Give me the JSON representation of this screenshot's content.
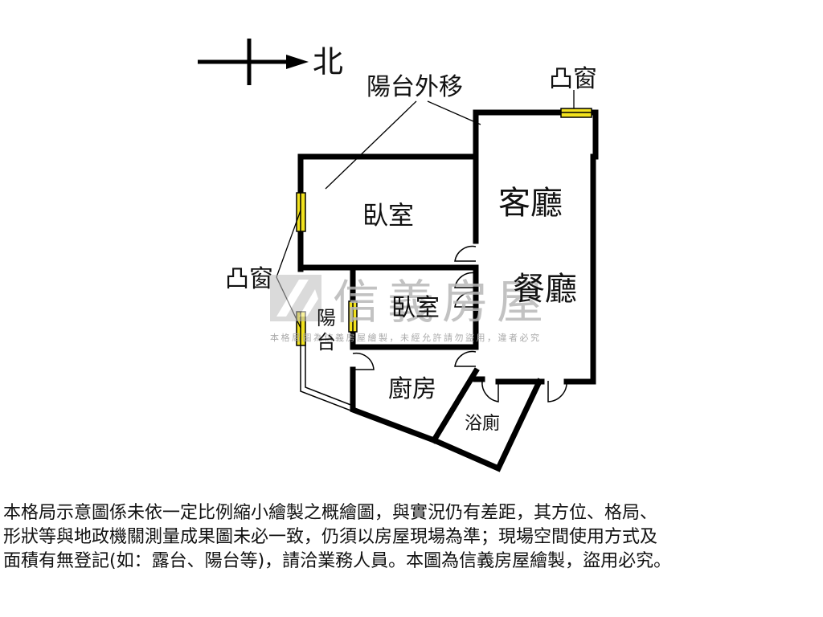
{
  "compass": {
    "north_label": "北"
  },
  "labels": {
    "balcony_moved_out": "陽台外移",
    "bay_window_top": "凸窗",
    "bay_window_left": "凸窗",
    "bedroom_1": "臥室",
    "bedroom_2": "臥室",
    "living_room": "客廳",
    "dining_room": "餐廳",
    "balcony_char_1": "陽",
    "balcony_char_2": "台",
    "kitchen": "廚房",
    "bathroom": "浴廁"
  },
  "watermark": {
    "brand": "信義房屋",
    "notice": "本格局圖為信義房屋繪製，未經允許請勿盜用，違者必究"
  },
  "disclaimer": {
    "lines": [
      "本格局示意圖係未依一定比例縮小繪製之概繪圖，與實況仍有差距，其方位、格局、",
      "形狀等與地政機關測量成果圖未必一致，仍須以房屋現場為準；現場空間使用方式及",
      "面積有無登記(如：露台、陽台等)，請洽業務人員。本圖為信義房屋繪製，盜用必究。"
    ]
  },
  "colors": {
    "wall": "#000000",
    "window": "#f2e21e",
    "watermark": "#b8b8b8"
  }
}
